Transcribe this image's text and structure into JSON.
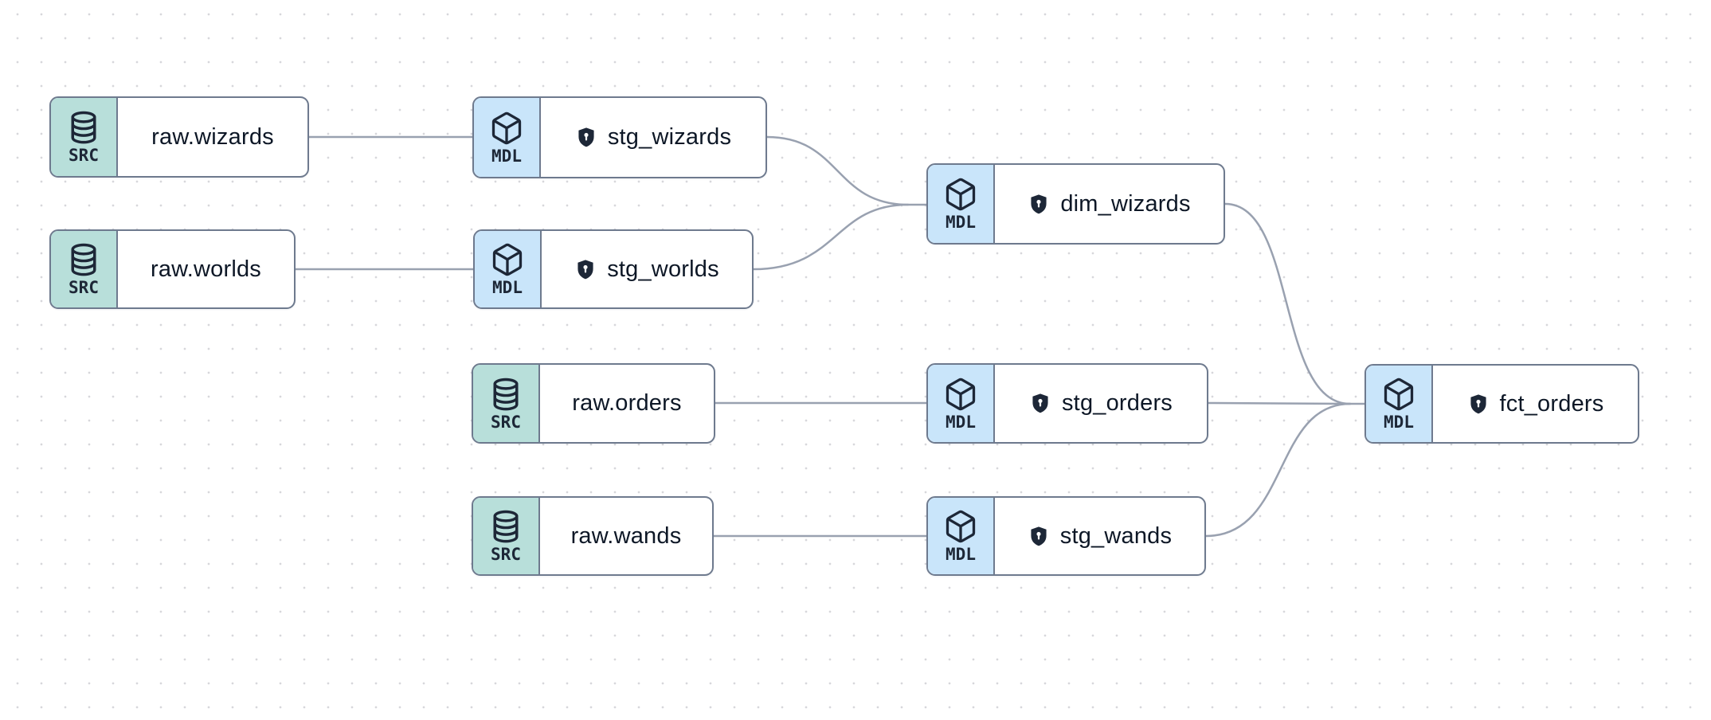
{
  "canvas": {
    "background": "#ffffff",
    "dot_color": "#d7d7db"
  },
  "colors": {
    "src_badge_bg": "#b8dfda",
    "mdl_badge_bg": "#c9e5fa",
    "node_border": "#6e7a8e",
    "edge": "#99a1b0",
    "icon_ink": "#1d2737",
    "label_ink": "#0d1726"
  },
  "nodes": [
    {
      "id": "raw.wizards",
      "label": "raw.wizards",
      "type_label": "SRC",
      "kind": "source",
      "icon": "database-icon",
      "locked": false
    },
    {
      "id": "stg_wizards",
      "label": "stg_wizards",
      "type_label": "MDL",
      "kind": "model",
      "icon": "cube-icon",
      "locked": true
    },
    {
      "id": "raw.worlds",
      "label": "raw.worlds",
      "type_label": "SRC",
      "kind": "source",
      "icon": "database-icon",
      "locked": false
    },
    {
      "id": "stg_worlds",
      "label": "stg_worlds",
      "type_label": "MDL",
      "kind": "model",
      "icon": "cube-icon",
      "locked": true
    },
    {
      "id": "dim_wizards",
      "label": "dim_wizards",
      "type_label": "MDL",
      "kind": "model",
      "icon": "cube-icon",
      "locked": true
    },
    {
      "id": "raw.orders",
      "label": "raw.orders",
      "type_label": "SRC",
      "kind": "source",
      "icon": "database-icon",
      "locked": false
    },
    {
      "id": "stg_orders",
      "label": "stg_orders",
      "type_label": "MDL",
      "kind": "model",
      "icon": "cube-icon",
      "locked": true
    },
    {
      "id": "raw.wands",
      "label": "raw.wands",
      "type_label": "SRC",
      "kind": "source",
      "icon": "database-icon",
      "locked": false
    },
    {
      "id": "stg_wands",
      "label": "stg_wands",
      "type_label": "MDL",
      "kind": "model",
      "icon": "cube-icon",
      "locked": true
    },
    {
      "id": "fct_orders",
      "label": "fct_orders",
      "type_label": "MDL",
      "kind": "model",
      "icon": "cube-icon",
      "locked": true
    }
  ],
  "edges": [
    {
      "from": "raw.wizards",
      "to": "stg_wizards"
    },
    {
      "from": "raw.worlds",
      "to": "stg_worlds"
    },
    {
      "from": "raw.orders",
      "to": "stg_orders"
    },
    {
      "from": "raw.wands",
      "to": "stg_wands"
    },
    {
      "from": "stg_wizards",
      "to": "dim_wizards"
    },
    {
      "from": "stg_worlds",
      "to": "dim_wizards"
    },
    {
      "from": "dim_wizards",
      "to": "fct_orders"
    },
    {
      "from": "stg_orders",
      "to": "fct_orders"
    },
    {
      "from": "stg_wands",
      "to": "fct_orders"
    }
  ]
}
